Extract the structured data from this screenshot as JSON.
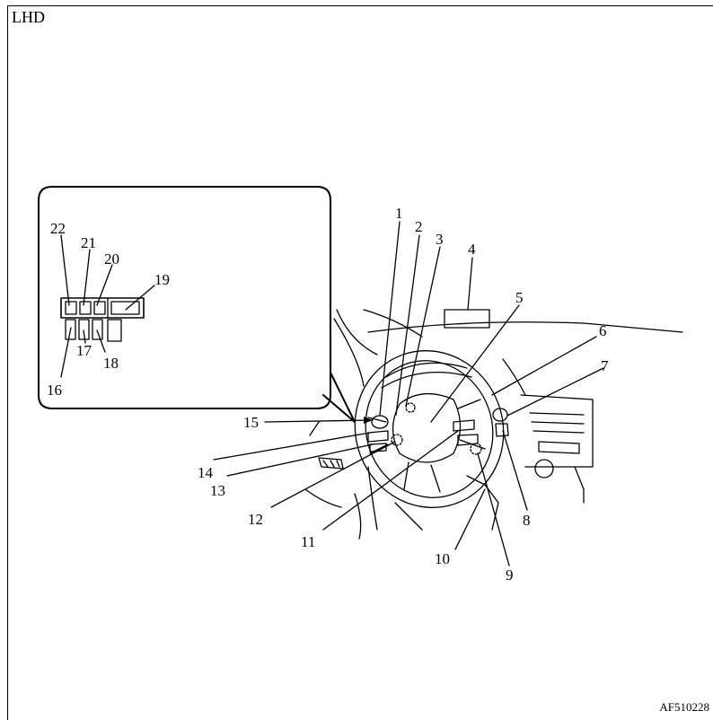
{
  "header": {
    "label": "LHD"
  },
  "footer": {
    "code": "AF510228"
  },
  "callouts": [
    "1",
    "2",
    "3",
    "4",
    "5",
    "6",
    "7",
    "8",
    "9",
    "10",
    "11",
    "12",
    "13",
    "14",
    "15",
    "16",
    "17",
    "18",
    "19",
    "20",
    "21",
    "22"
  ],
  "icons": {
    "main": "steering-wheel-dashboard-drawing",
    "inset": "switch-cluster-detail"
  }
}
